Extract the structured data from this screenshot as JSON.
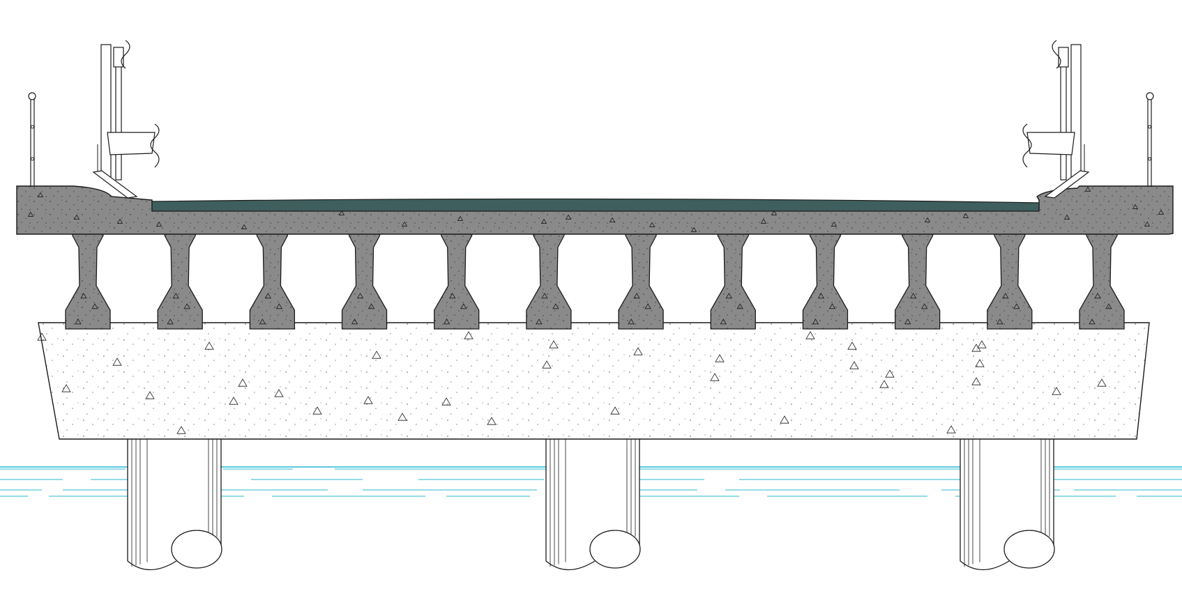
{
  "drawing": {
    "girder_count": 12,
    "pier_column_count": 3,
    "colors": {
      "background": "#ffffff",
      "deck_concrete": "#8a8a8a",
      "pavement": "#3f5f5e",
      "cap_beam_fill": "#ffffff",
      "line": "#1a1a1a",
      "water": "#29b7d1",
      "railing": "#ffffff"
    },
    "icons": {
      "aggregate_mark": "triangle-hatch",
      "water_surface": "dashed-water-lines",
      "column_break": "break-line"
    }
  }
}
